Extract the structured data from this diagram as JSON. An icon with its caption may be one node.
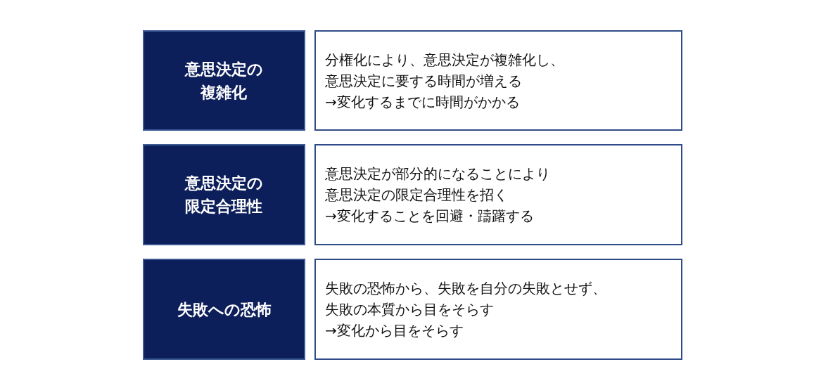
{
  "diagram": {
    "nodes": [
      {
        "text": [
          "意思決定の複雑化"
        ]
      },
      {
        "text": [
          "分権化により、意思決定が複雑化し、意思決定に要する時間が増える",
          "→変化するまでに時間がかかる"
        ]
      },
      {
        "text": [
          "意思決定の限定合理性"
        ]
      },
      {
        "text": [
          "意思決定が部分的になることにより意思決定の限定合理性を招く",
          "→変化することを回避・躊躇する"
        ]
      },
      {
        "text": [
          "失敗への恐怖"
        ]
      },
      {
        "text": [
          "失敗の恐怖から、失敗を自分の失敗とせず、失敗の本質から目をそらす",
          "→変化から目をそらす"
        ]
      }
    ]
  }
}
